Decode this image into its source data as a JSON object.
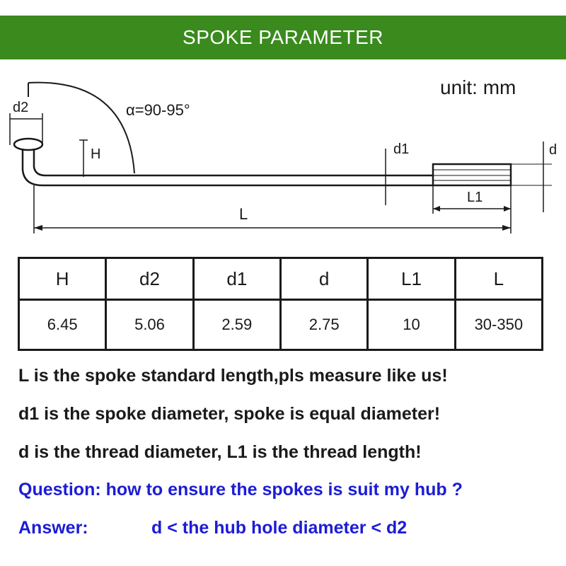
{
  "header": {
    "title": "SPOKE PARAMETER"
  },
  "diagram": {
    "unit": "unit: mm",
    "angle_label": "α=90-95°",
    "labels": {
      "d2": "d2",
      "H": "H",
      "d1": "d1",
      "d": "d",
      "L1": "L1",
      "L": "L"
    }
  },
  "table": {
    "headers": [
      "H",
      "d2",
      "d1",
      "d",
      "L1",
      "L"
    ],
    "values": [
      "6.45",
      "5.06",
      "2.59",
      "2.75",
      "10",
      "30-350"
    ]
  },
  "notes": {
    "line1": "L is the spoke standard length,pls measure like us!",
    "line2": "d1 is the spoke diameter, spoke is equal diameter!",
    "line3": "d is the thread diameter, L1 is the thread length!",
    "question": "Question: how to ensure the spokes is suit my hub ?",
    "answer_label": "Answer:",
    "answer_value": "d < the hub hole diameter < d2"
  },
  "colors": {
    "header_bg": "#3a8a1e",
    "text": "#1a1a1a",
    "question_blue": "#1c1cd6"
  }
}
